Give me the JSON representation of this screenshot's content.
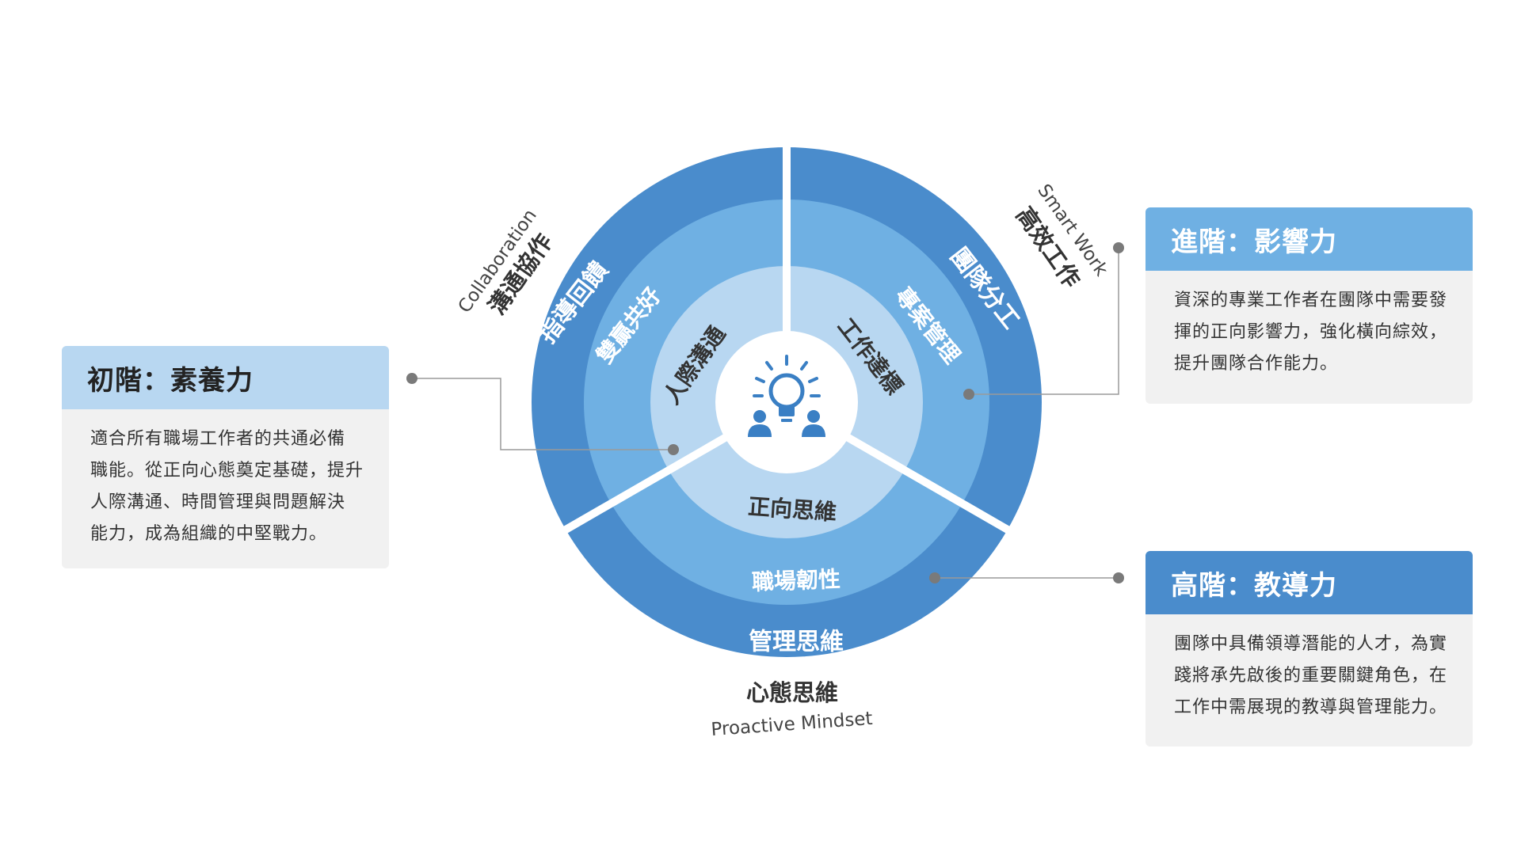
{
  "colors": {
    "outer": "#4a8ccc",
    "middle": "#6fb0e3",
    "inner": "#b8d7f1",
    "center": "#ffffff",
    "icon": "#3a7fc4",
    "connector": "#9a9a9a",
    "dot": "#7a7a7a",
    "ring_text_light": "#ffffff",
    "ring_text_dark": "#333333"
  },
  "center_icon": "lightbulb-team-icon",
  "sectors": {
    "collaboration": {
      "en": "Collaboration",
      "zh": "溝通協作",
      "outer": "指導回饋",
      "middle": "雙贏共好",
      "inner": "人際溝通"
    },
    "smart_work": {
      "en": "Smart Work",
      "zh": "高效工作",
      "outer": "團隊分工",
      "middle": "專案管理",
      "inner": "工作達標"
    },
    "mindset": {
      "en": "Proactive Mindset",
      "zh": "心態思維",
      "outer": "管理思維",
      "middle": "職場韌性",
      "inner": "正向思維"
    }
  },
  "cards": {
    "basic": {
      "title": "初階：素養力",
      "lines": [
        "適合所有職場工作者的共通必備",
        "職能。從正向心態奠定基礎，提升",
        "人際溝通、時間管理與問題解決",
        "能力，成為組織的中堅戰力。"
      ]
    },
    "advanced": {
      "title": "進階：影響力",
      "lines": [
        "資深的專業工作者在團隊中需要發",
        "揮的正向影響力，強化橫向綜效，",
        "提升團隊合作能力。"
      ]
    },
    "high": {
      "title": "高階：教導力",
      "lines": [
        "團隊中具備領導潛能的人才，為實",
        "踐將承先啟後的重要關鍵角色，在",
        "工作中需展現的教導與管理能力。"
      ]
    }
  }
}
